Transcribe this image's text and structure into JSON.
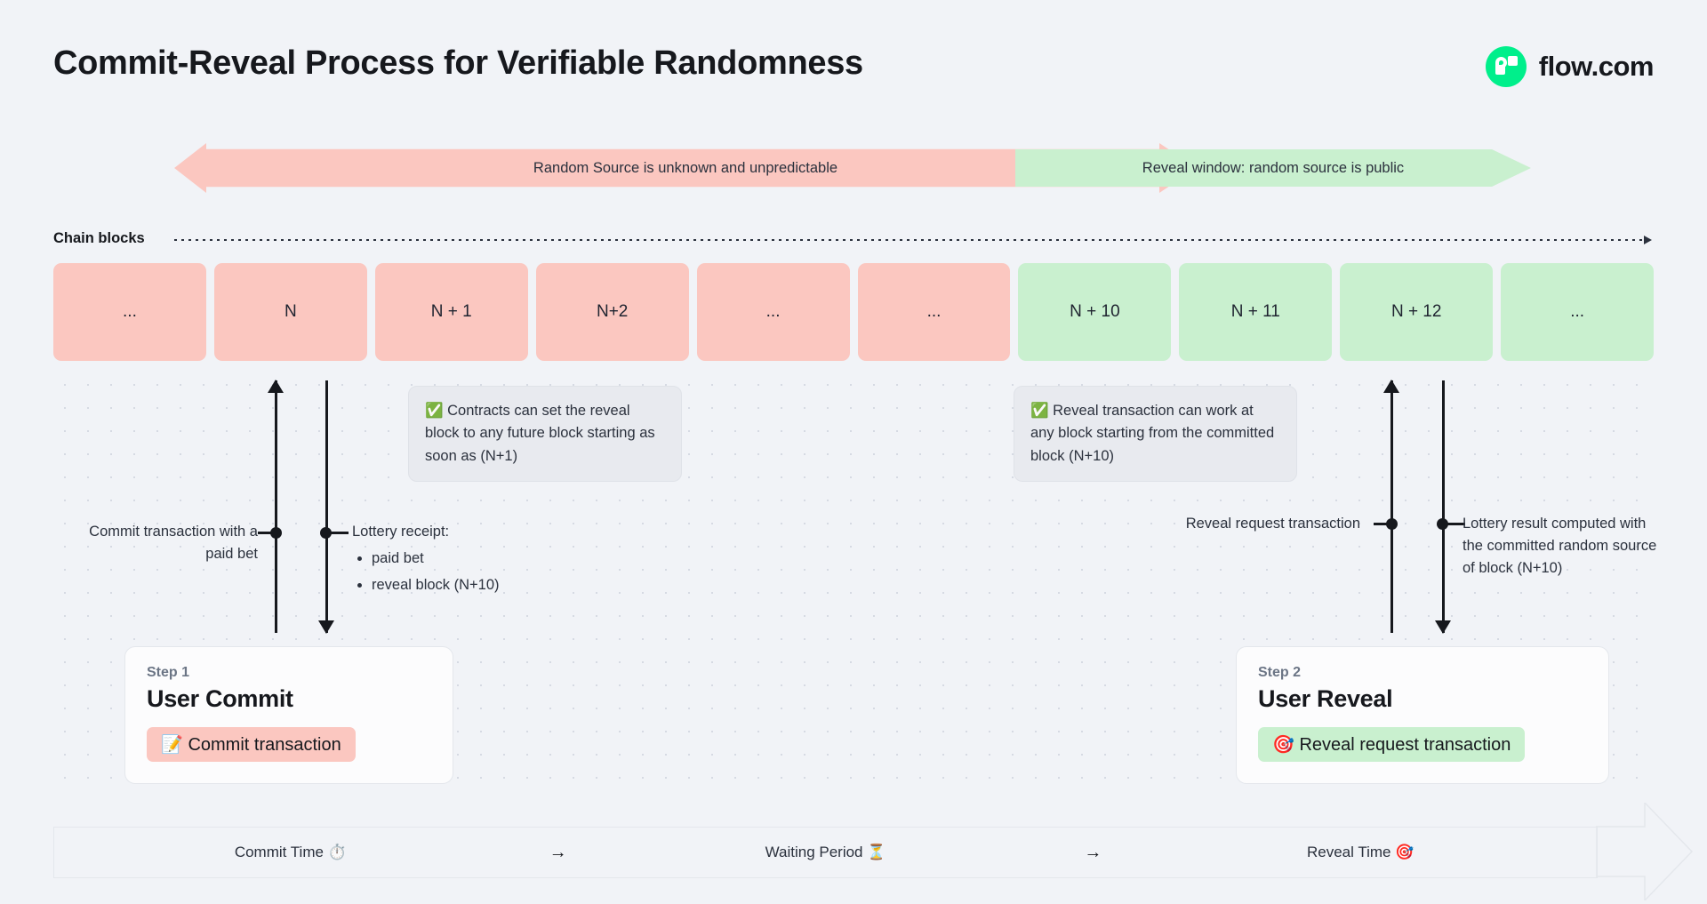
{
  "header": {
    "title": "Commit-Reveal Process for Verifiable Randomness",
    "brand_name": "flow.com",
    "brand_color": "#00ef8b"
  },
  "banners": {
    "unpredictable": "Random Source is unknown and unpredictable",
    "reveal_window": "Reveal window: random source is public",
    "pink_color": "#fbc7c0",
    "green_color": "#c9f0cf"
  },
  "chain": {
    "label": "Chain blocks",
    "blocks": [
      {
        "label": "...",
        "state": "pink"
      },
      {
        "label": "N",
        "state": "pink"
      },
      {
        "label": "N + 1",
        "state": "pink"
      },
      {
        "label": "N+2",
        "state": "pink"
      },
      {
        "label": "...",
        "state": "pink"
      },
      {
        "label": "...",
        "state": "pink"
      },
      {
        "label": "N + 10",
        "state": "green"
      },
      {
        "label": "N + 11",
        "state": "green"
      },
      {
        "label": "N + 12",
        "state": "green"
      },
      {
        "label": "...",
        "state": "green"
      }
    ]
  },
  "callouts": {
    "commit": "✅ Contracts can set the reveal block to any future block starting as soon as (N+1)",
    "reveal": "✅ Reveal transaction can work at any block starting from the committed block (N+10)"
  },
  "annotations": {
    "commit_tx": "Commit transaction with a paid bet",
    "receipt_title": "Lottery receipt:",
    "receipt_items": [
      "paid bet",
      "reveal block (N+10)"
    ],
    "reveal_request": "Reveal request transaction",
    "lottery_result": "Lottery result computed with the committed random source of block (N+10)"
  },
  "steps": [
    {
      "step_label": "Step 1",
      "title": "User Commit",
      "pill": "📝 Commit transaction",
      "pill_color": "#fbc7c0"
    },
    {
      "step_label": "Step 2",
      "title": "User Reveal",
      "pill": "🎯 Reveal request transaction",
      "pill_color": "#c9f0cf"
    }
  ],
  "timebar": {
    "segments": [
      "Commit Time ⏱️",
      "Waiting Period ⏳",
      "Reveal Time 🎯"
    ],
    "arrow": "→"
  }
}
